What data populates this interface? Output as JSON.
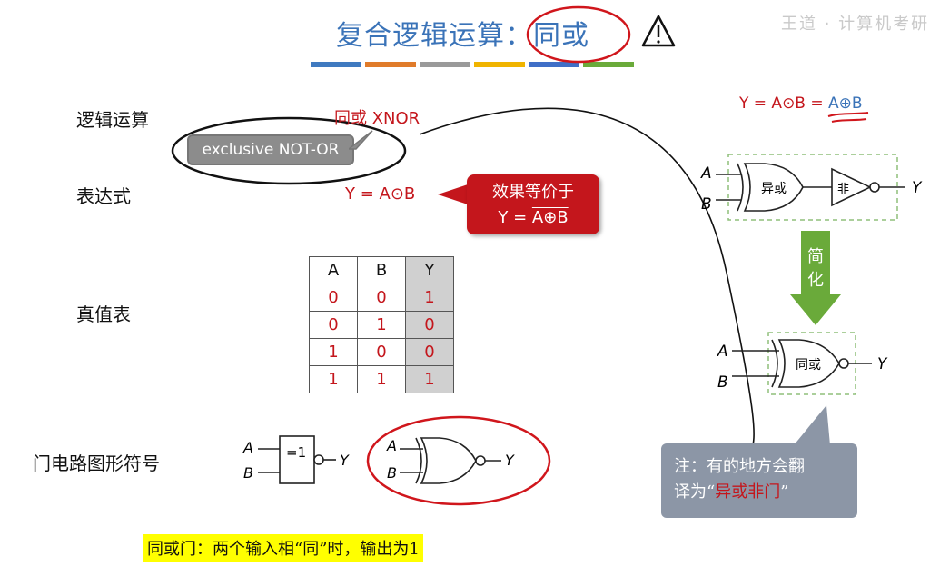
{
  "header": {
    "title": "复合逻辑运算：同或",
    "color_bar": [
      "#3f7ac0",
      "#e07b2a",
      "#9a9a9a",
      "#f0b400",
      "#3f6fc7",
      "#6aaa3a"
    ],
    "watermark": "王道 · 计算机考研"
  },
  "rows": {
    "logic_op_label": "逻辑运算",
    "expression_label": "表达式",
    "truth_table_label": "真值表",
    "gate_symbol_label": "门电路图形符号"
  },
  "logic_op": {
    "name": "同或 XNOR",
    "callout": "exclusive NOT-OR"
  },
  "expression": {
    "formula": "Y = A⊙B",
    "callout_line1": "效果等价于",
    "callout_line2_prefix": "Y = ",
    "callout_line2_over": "A⊕B"
  },
  "truth_table": {
    "headers": [
      "A",
      "B",
      "Y"
    ],
    "rows": [
      [
        "0",
        "0",
        "1"
      ],
      [
        "0",
        "1",
        "0"
      ],
      [
        "1",
        "0",
        "0"
      ],
      [
        "1",
        "1",
        "1"
      ]
    ]
  },
  "gate_symbols": {
    "box_label": "=1",
    "input_a": "A",
    "input_b": "B",
    "output": "Y"
  },
  "right_panel": {
    "equation_prefix": "Y = A⊙B = ",
    "equation_over": "A⊕B",
    "xor_gate_label": "异或",
    "not_gate_label": "非",
    "simplify_label": "简化",
    "xnor_gate_label": "同或",
    "input_a": "A",
    "input_b": "B",
    "output": "Y"
  },
  "note": {
    "line1": "注：有的地方会翻",
    "line2_prefix": "译为“",
    "line2_highlight": "异或非门",
    "line2_suffix": "”"
  },
  "footer": {
    "text": "同或门：两个输入相“同”时，输出为1"
  }
}
